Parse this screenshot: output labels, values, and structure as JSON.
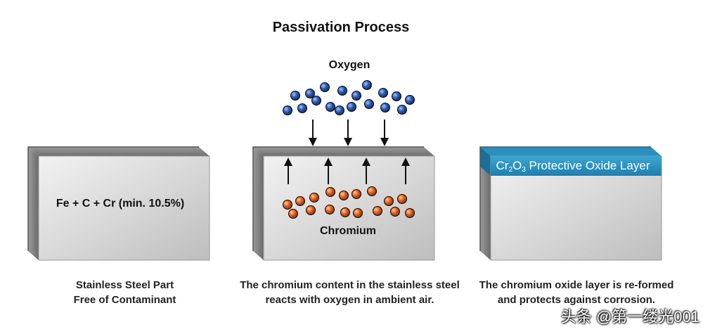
{
  "title": "Passivation Process",
  "oxygen_label": "Oxygen",
  "chromium_label": "Chromium",
  "block1": {
    "formula": "Fe + C + Cr (min. 10.5%)"
  },
  "block3": {
    "layer_formula_prefix": "Cr",
    "layer_sub1": "2",
    "layer_formula_mid": "O",
    "layer_sub2": "3",
    "layer_rest": " Protective Oxide Layer"
  },
  "captions": {
    "c1": [
      "Stainless Steel Part",
      "Free of Contaminant"
    ],
    "c2": [
      "The chromium content in the stainless steel",
      "reacts with oxygen in ambient air."
    ],
    "c3": [
      "The chromium oxide layer is re-formed",
      "and protects against corrosion."
    ]
  },
  "watermark": "头条 @第一缕光001",
  "colors": {
    "oxygen": "#2f5fb8",
    "chromium": "#e8621e",
    "oxide_layer": "#2e96c5",
    "steel_face": "#d8d8d8",
    "steel_top": "#7c7c7c"
  }
}
